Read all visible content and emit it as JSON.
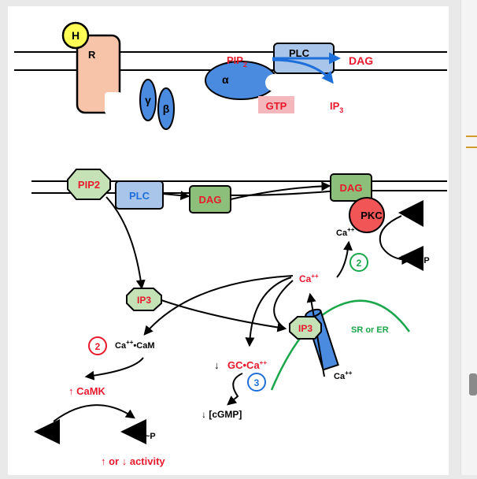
{
  "top": {
    "h": "H",
    "r": "R",
    "gamma": "γ",
    "beta": "β",
    "alpha": "α",
    "pip": "PIP",
    "pip_sub": "2",
    "plc": "PLC",
    "dag": "DAG",
    "gtp": "GTP",
    "ip": "IP",
    "ip_sub": "3"
  },
  "bottom": {
    "pip2": "PIP2",
    "plc": "PLC",
    "dag": "DAG",
    "dag2": "DAG",
    "pkc": "PKC",
    "ca_pkc": "Ca",
    "num2_right": "2",
    "p_right": "~P",
    "ip3_left": "IP3",
    "ca_red": "Ca",
    "num2_left": "2",
    "cacam": "Ca",
    "cacam_rest": "•CaM",
    "gc_arrow": "↓",
    "gc": "GC•Ca",
    "num3": "3",
    "cgmp": "↓ [cGMP]",
    "camk": "↑ CaMK",
    "p_left": "~P",
    "activity": "↑ or ↓ activity",
    "ip3_channel": "IP3",
    "sr": "SR or ER",
    "ca_below": "Ca",
    "sup": "++"
  },
  "colors": {
    "red": "#e8192c",
    "blue": "#3a7fd5",
    "green": "#1aa64a",
    "ellipse_blue": "#4a8be0",
    "receptor": "#f7c3a9",
    "plc_box": "#a9c6ea",
    "dag_box": "#8cc07a",
    "pip_node": "#c4e2b6",
    "pkc": "#f25555",
    "gtp_bg": "#f4b8bc",
    "yellow": "#ffff55"
  }
}
